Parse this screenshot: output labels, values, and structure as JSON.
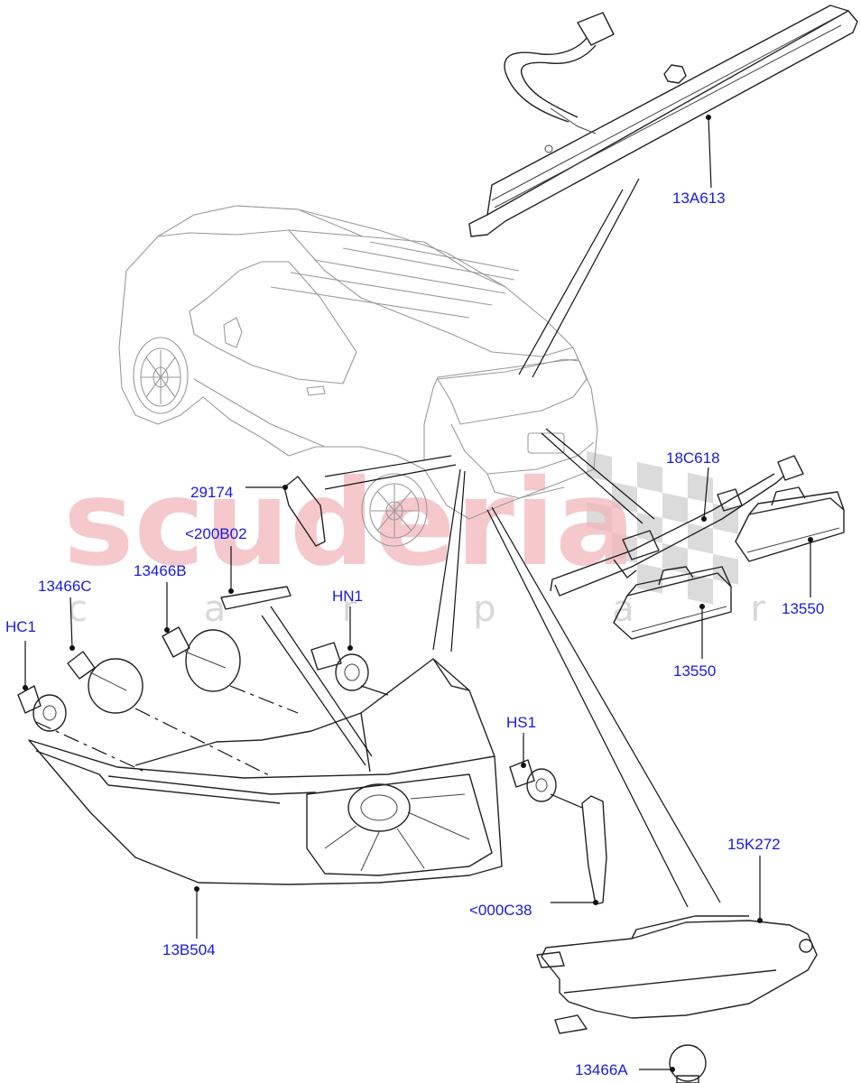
{
  "watermark": {
    "brand": "scuderia",
    "sub": "c a r p a r t s"
  },
  "labels": [
    {
      "id": "13A613",
      "text": "13A613"
    },
    {
      "id": "18C618",
      "text": "18C618"
    },
    {
      "id": "29174",
      "text": "29174"
    },
    {
      "id": "200B02",
      "text": "<200B02"
    },
    {
      "id": "13466C",
      "text": "13466C"
    },
    {
      "id": "13466B",
      "text": "13466B"
    },
    {
      "id": "HN1",
      "text": "HN1"
    },
    {
      "id": "HC1",
      "text": "HC1"
    },
    {
      "id": "13550a",
      "text": "13550"
    },
    {
      "id": "13550b",
      "text": "13550"
    },
    {
      "id": "HS1",
      "text": "HS1"
    },
    {
      "id": "15K272",
      "text": "15K272"
    },
    {
      "id": "000C38",
      "text": "<000C38"
    },
    {
      "id": "13B504",
      "text": "13B504"
    },
    {
      "id": "13466A",
      "text": "13466A"
    }
  ],
  "colors": {
    "label": "#1a1adc",
    "line": "#111111",
    "car_outline": "#9a9a9a",
    "watermark": "#f2b8bc"
  }
}
